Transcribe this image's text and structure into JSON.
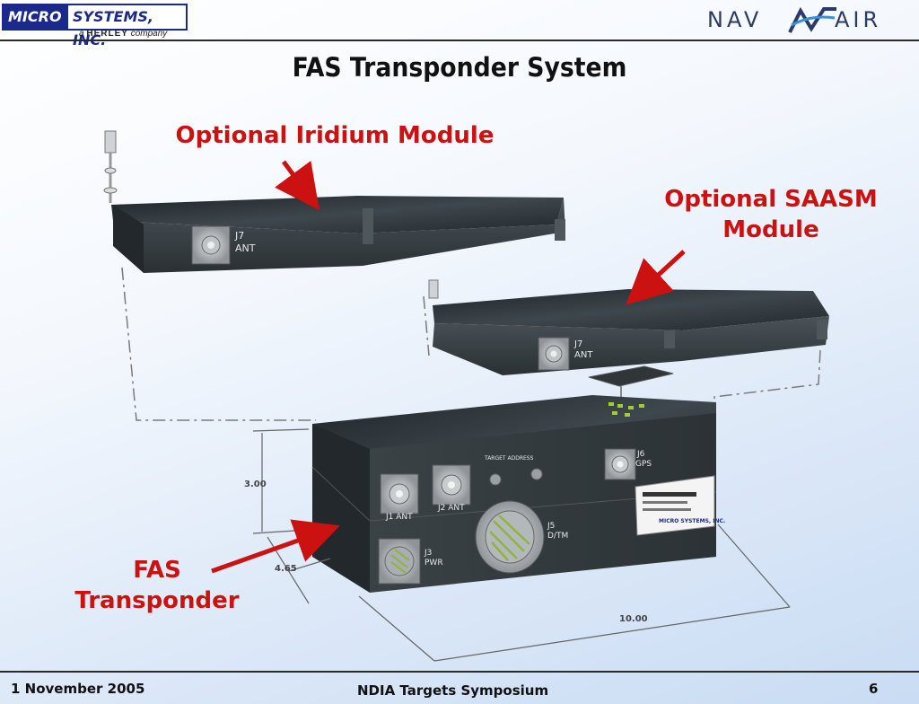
{
  "header": {
    "company_logo": {
      "micro": "MICRO",
      "systems": "SYSTEMS, INC.",
      "sub_prefix": "a",
      "sub_brand": "HERLEY",
      "sub_suffix": "company"
    },
    "navair_logo": {
      "left": "NAV",
      "right": "AIR"
    }
  },
  "slide": {
    "title": "FAS Transponder System",
    "callouts": {
      "iridium": "Optional Iridium Module",
      "saasm_line1": "Optional SAASM",
      "saasm_line2": "Module",
      "fas_line1": "FAS",
      "fas_line2": "Transponder"
    },
    "connector_labels": {
      "iridium_j7": "J7",
      "iridium_ant": "ANT",
      "saasm_j7": "J7",
      "saasm_ant": "ANT",
      "j1": "J1 ANT",
      "j2": "J2 ANT",
      "j3": "J3",
      "j3_sub": "PWR",
      "j5": "J5",
      "j5_sub": "D/TM",
      "j6": "J6",
      "j6_sub": "GPS",
      "target_address": "TARGET ADDRESS",
      "nameplate": "MICRO SYSTEMS, INC."
    },
    "dimensions": {
      "height": "3.00",
      "depth": "4.65",
      "length": "10.00"
    }
  },
  "footer": {
    "date": "1 November 2005",
    "event": "NDIA Targets Symposium",
    "page": "6"
  },
  "colors": {
    "accent_red": "#cc1111",
    "brand_blue": "#1b2a8a",
    "navair_blue": "#2b3b66",
    "module_dark": "#2a3136"
  }
}
